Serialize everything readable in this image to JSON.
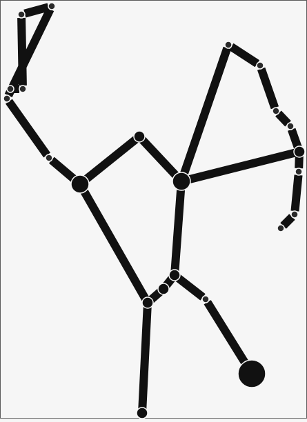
{
  "figure": {
    "background": "#f6f6f6",
    "frame_color": "#5a5a5a",
    "ink_color": "#111111",
    "stars": [
      {
        "id": "s1",
        "magnitude": "small"
      },
      {
        "id": "s2",
        "magnitude": "small"
      },
      {
        "id": "s3",
        "magnitude": "small"
      },
      {
        "id": "s4",
        "magnitude": "small"
      },
      {
        "id": "s5",
        "magnitude": "small"
      },
      {
        "id": "s6",
        "magnitude": "small"
      },
      {
        "id": "s7",
        "magnitude": "large"
      },
      {
        "id": "s8",
        "magnitude": "medium"
      },
      {
        "id": "s9",
        "magnitude": "large"
      },
      {
        "id": "s10",
        "magnitude": "small"
      },
      {
        "id": "s11",
        "magnitude": "small"
      },
      {
        "id": "s12",
        "magnitude": "small"
      },
      {
        "id": "s13",
        "magnitude": "small"
      },
      {
        "id": "s14",
        "magnitude": "medium"
      },
      {
        "id": "s15",
        "magnitude": "small"
      },
      {
        "id": "s16",
        "magnitude": "small"
      },
      {
        "id": "s17",
        "magnitude": "small"
      },
      {
        "id": "s18",
        "magnitude": "medium"
      },
      {
        "id": "s19",
        "magnitude": "medium"
      },
      {
        "id": "s20",
        "magnitude": "medium"
      },
      {
        "id": "s21",
        "magnitude": "small"
      },
      {
        "id": "s22",
        "magnitude": "largest"
      },
      {
        "id": "s23",
        "magnitude": "medium"
      }
    ],
    "connections": [
      [
        "s1",
        "s2"
      ],
      [
        "s2",
        "s3"
      ],
      [
        "s1",
        "s4"
      ],
      [
        "s3",
        "s5"
      ],
      [
        "s4",
        "s6"
      ],
      [
        "s6",
        "s7"
      ],
      [
        "s7",
        "s8"
      ],
      [
        "s8",
        "s9"
      ],
      [
        "s9",
        "s10"
      ],
      [
        "s10",
        "s11"
      ],
      [
        "s11",
        "s12"
      ],
      [
        "s12",
        "s13"
      ],
      [
        "s13",
        "s14"
      ],
      [
        "s14",
        "s15"
      ],
      [
        "s15",
        "s16"
      ],
      [
        "s16",
        "s17"
      ],
      [
        "s9",
        "s14"
      ],
      [
        "s9",
        "s18"
      ],
      [
        "s18",
        "s19"
      ],
      [
        "s19",
        "s20"
      ],
      [
        "s7",
        "s20"
      ],
      [
        "s18",
        "s21"
      ],
      [
        "s21",
        "s22"
      ],
      [
        "s20",
        "s23"
      ]
    ]
  }
}
